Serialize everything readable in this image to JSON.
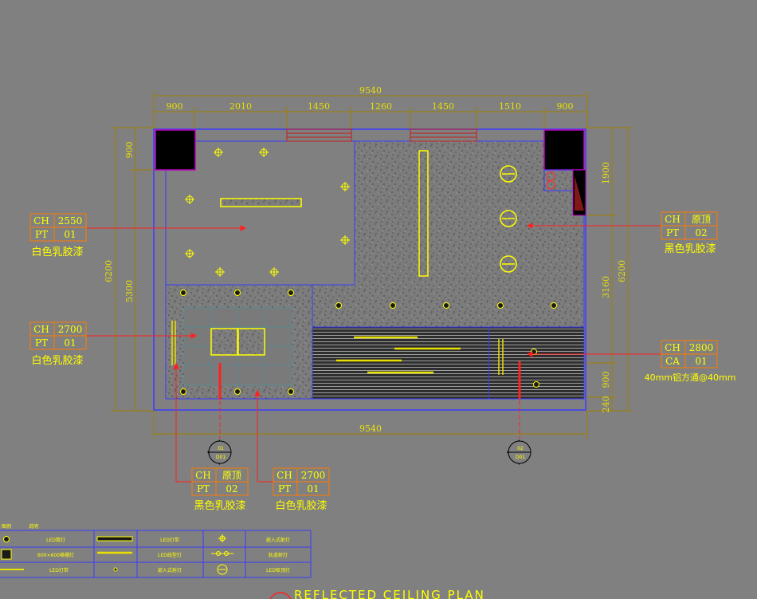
{
  "colors": {
    "background": "#808080",
    "wall": "#3a3aff",
    "dimension": "#a08000",
    "text": "#ffff00",
    "leader": "#ff2020",
    "tag_box": "#ff7a00"
  },
  "dimensions": {
    "top_total": "9540",
    "top_segments": [
      "900",
      "2010",
      "1450",
      "1260",
      "1450",
      "1510",
      "900"
    ],
    "bottom_total": "9540",
    "left_outer": "6200",
    "left_top": "900",
    "left_mid": "5300",
    "right_outer": "6200",
    "right_segments": [
      "1900",
      "3160",
      "900",
      "240"
    ]
  },
  "tags": [
    {
      "k1": "CH",
      "v1": "2550",
      "k2": "PT",
      "v2": "01",
      "note": "白色乳胶漆"
    },
    {
      "k1": "CH",
      "v1": "2700",
      "k2": "PT",
      "v2": "01",
      "note": "白色乳胶漆"
    },
    {
      "k1": "CH",
      "v1": "原顶",
      "k2": "PT",
      "v2": "02",
      "note": "黑色乳胶漆"
    },
    {
      "k1": "CH",
      "v1": "2800",
      "k2": "CA",
      "v2": "01",
      "note": "40mm铝方通@40mm"
    },
    {
      "k1": "CH",
      "v1": "原顶",
      "k2": "PT",
      "v2": "02",
      "note": "黑色乳胶漆"
    },
    {
      "k1": "CH",
      "v1": "2700",
      "k2": "PT",
      "v2": "01",
      "note": "白色乳胶漆"
    }
  ],
  "section_markers": [
    {
      "top": "01",
      "bottom": "D01"
    },
    {
      "top": "02",
      "bottom": "D01"
    }
  ],
  "legend": {
    "header": [
      "图例",
      "说明"
    ],
    "rows": [
      [
        "LED筒灯",
        "LED灯带",
        "嵌入式射灯"
      ],
      [
        "600×600格栅灯",
        "LED线型灯",
        "轨道射灯"
      ],
      [
        "LED灯带",
        "嵌入式射灯",
        "LED吸顶灯"
      ]
    ]
  },
  "title": "REFLECTED CEILING PLAN"
}
